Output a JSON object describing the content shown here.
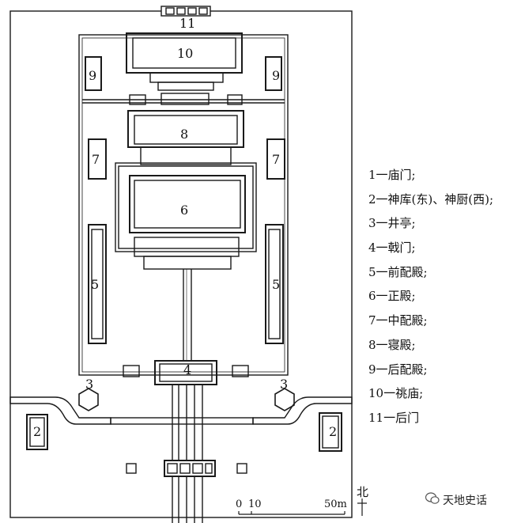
{
  "legend": [
    "1一庙门;",
    "2一神库(东)、神厨(西);",
    "3一井亭;",
    "4一戟门;",
    "5一前配殿;",
    "6一正殿;",
    "7一中配殿;",
    "8一寝殿;",
    "9一后配殿;",
    "10一祧庙;",
    "11一后门"
  ],
  "building_numbers": {
    "n11": "11",
    "n10": "10",
    "n9a": "9",
    "n9b": "9",
    "n8": "8",
    "n7a": "7",
    "n7b": "7",
    "n6": "6",
    "n5a": "5",
    "n5b": "5",
    "n4": "4",
    "n3a": "3",
    "n3b": "3",
    "n2a": "2",
    "n2b": "2"
  },
  "scale": {
    "zero": "0",
    "ten": "10",
    "fifty": "50m"
  },
  "north": "北",
  "watermark": "天地史话"
}
